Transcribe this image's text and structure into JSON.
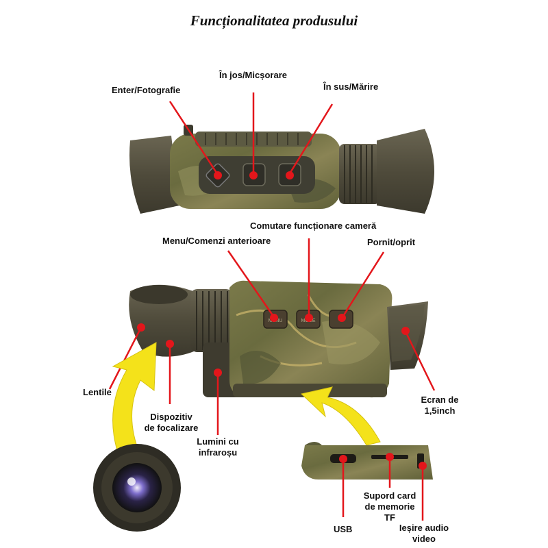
{
  "title": "Funcționalitatea produsului",
  "labels": {
    "enter_photo": "Enter/Fotografie",
    "down_zoom_out": "În jos/Micșorare",
    "up_zoom_in": "În sus/Mărire",
    "camera_mode": "Comutare funcționare cameră",
    "menu_back": "Menu/Comenzi anterioare",
    "power": "Pornit/oprit",
    "lens": "Lentile",
    "focus_1": "Dispozitiv",
    "focus_2": "de focalizare",
    "infrared_1": "Lumini cu",
    "infrared_2": "infraroșu",
    "screen_1": "Ecran de",
    "screen_2": "1,5inch",
    "tf_1": "Supord card",
    "tf_2": "de memorie",
    "tf_3": "TF",
    "usb": "USB",
    "audio_1": "Ieșire audio",
    "audio_2": "video"
  },
  "button_marks": {
    "menu": "MENU",
    "mode": "MODE"
  },
  "colors": {
    "pointer": "#e3161b",
    "arrow": "#f4e21a",
    "camo_base": "#6f7146",
    "rubber": "#4f4c3b"
  }
}
